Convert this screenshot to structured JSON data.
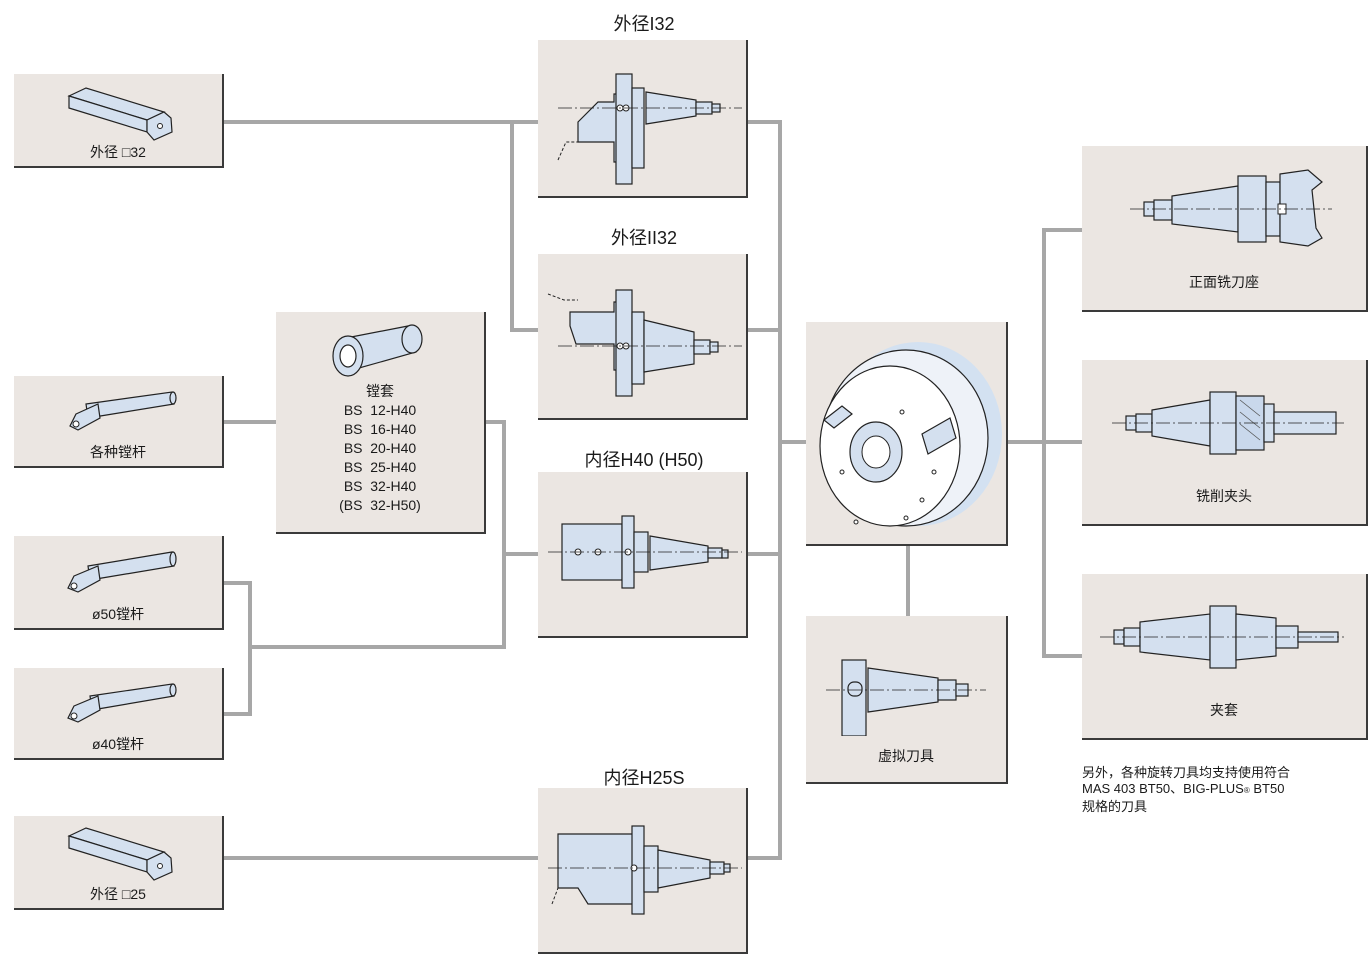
{
  "colors": {
    "box_fill": "#ebe6e2",
    "connector": "#a7a7a7",
    "tool_fill": "#d4e0ef",
    "hub_ring": "#d3e1f1"
  },
  "left_tools": [
    {
      "label": "外径 □32"
    },
    {
      "label": "各种镗杆"
    },
    {
      "label": "ø50镗杆"
    },
    {
      "label": "ø40镗杆"
    },
    {
      "label": "外径 □25"
    }
  ],
  "boring_sleeve": {
    "label": "镗套",
    "sizes": [
      "BS  12-H40",
      "BS  16-H40",
      "BS  20-H40",
      "BS  25-H40",
      "BS  32-H40",
      "(BS  32-H50)"
    ]
  },
  "holders": [
    {
      "title": "外径I32"
    },
    {
      "title": "外径II32"
    },
    {
      "title": "内径H40 (H50)"
    },
    {
      "title": "内径H25S"
    }
  ],
  "center": {
    "turret_icon": "turret-disk-icon",
    "dummy_label": "虚拟刀具"
  },
  "right_tools": [
    {
      "label": "正面铣刀座"
    },
    {
      "label": "铣削夹头"
    },
    {
      "label": "夹套"
    }
  ],
  "note": {
    "line1": "另外，各种旋转刀具均支持使用符合",
    "line2_a": "MAS 403 BT50、BIG-PLUS",
    "line2_mark": "®",
    "line2_b": " BT50",
    "line3": "规格的刀具"
  }
}
